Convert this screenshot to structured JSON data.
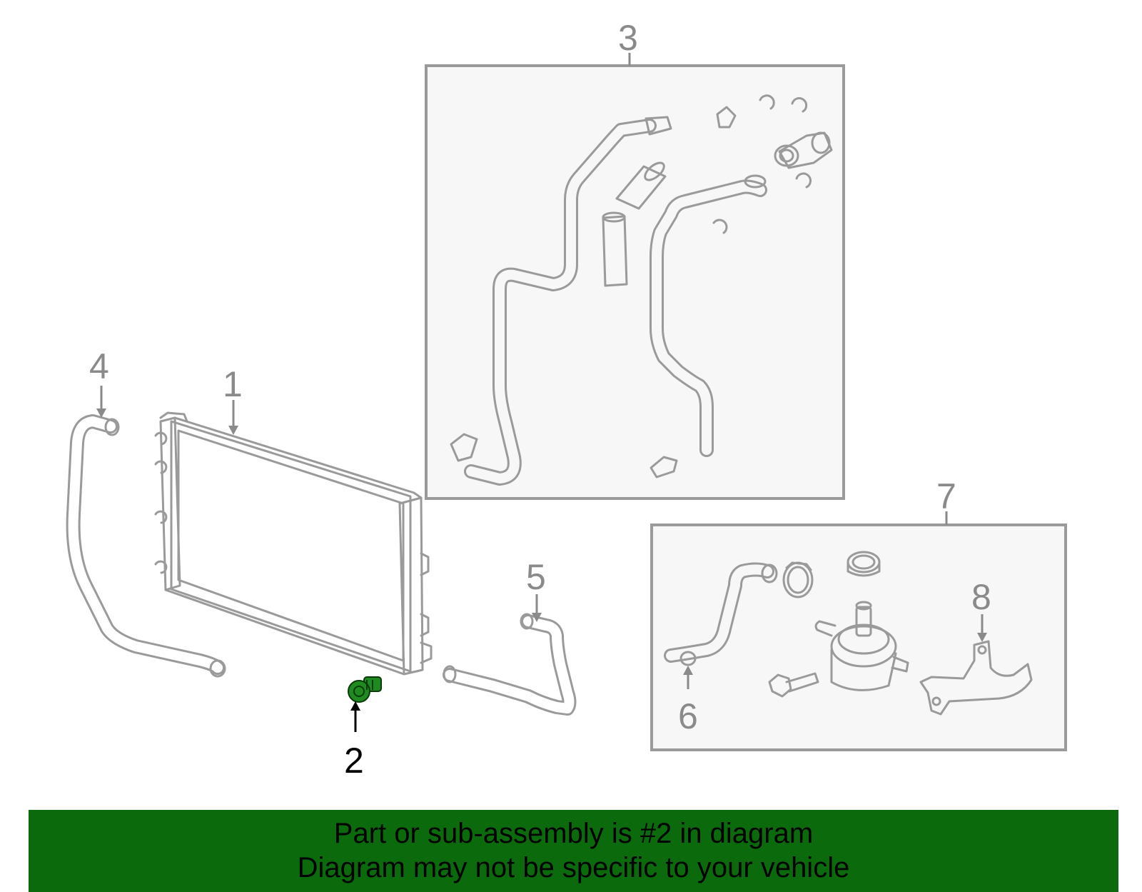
{
  "diagram": {
    "callouts": {
      "c1": "1",
      "c2": "2",
      "c3": "3",
      "c4": "4",
      "c5": "5",
      "c6": "6",
      "c7": "7",
      "c8": "8"
    },
    "highlighted_part": "2"
  },
  "banner": {
    "line1": "Part or sub-assembly is #2 in diagram",
    "line2": "Diagram may not be specific to your vehicle"
  },
  "colors": {
    "banner_bg": "#0b6a0b",
    "highlight_part": "#1f8a1f",
    "line_art": "#9a9a9a"
  }
}
